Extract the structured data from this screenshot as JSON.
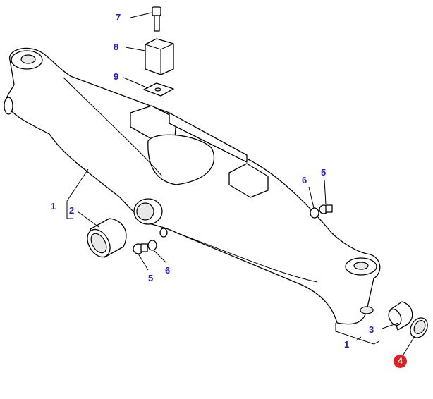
{
  "diagram": {
    "callouts": [
      {
        "id": "7",
        "text": "7"
      },
      {
        "id": "8",
        "text": "8"
      },
      {
        "id": "9",
        "text": "9"
      },
      {
        "id": "1a",
        "text": "1"
      },
      {
        "id": "2",
        "text": "2"
      },
      {
        "id": "5a",
        "text": "5"
      },
      {
        "id": "6a",
        "text": "6"
      },
      {
        "id": "6b",
        "text": "6"
      },
      {
        "id": "5b",
        "text": "5"
      },
      {
        "id": "3",
        "text": "3"
      },
      {
        "id": "1b",
        "text": "1"
      },
      {
        "id": "4",
        "text": "4"
      }
    ],
    "label_color": "#1a1adc",
    "highlight_color": "#e02020"
  }
}
